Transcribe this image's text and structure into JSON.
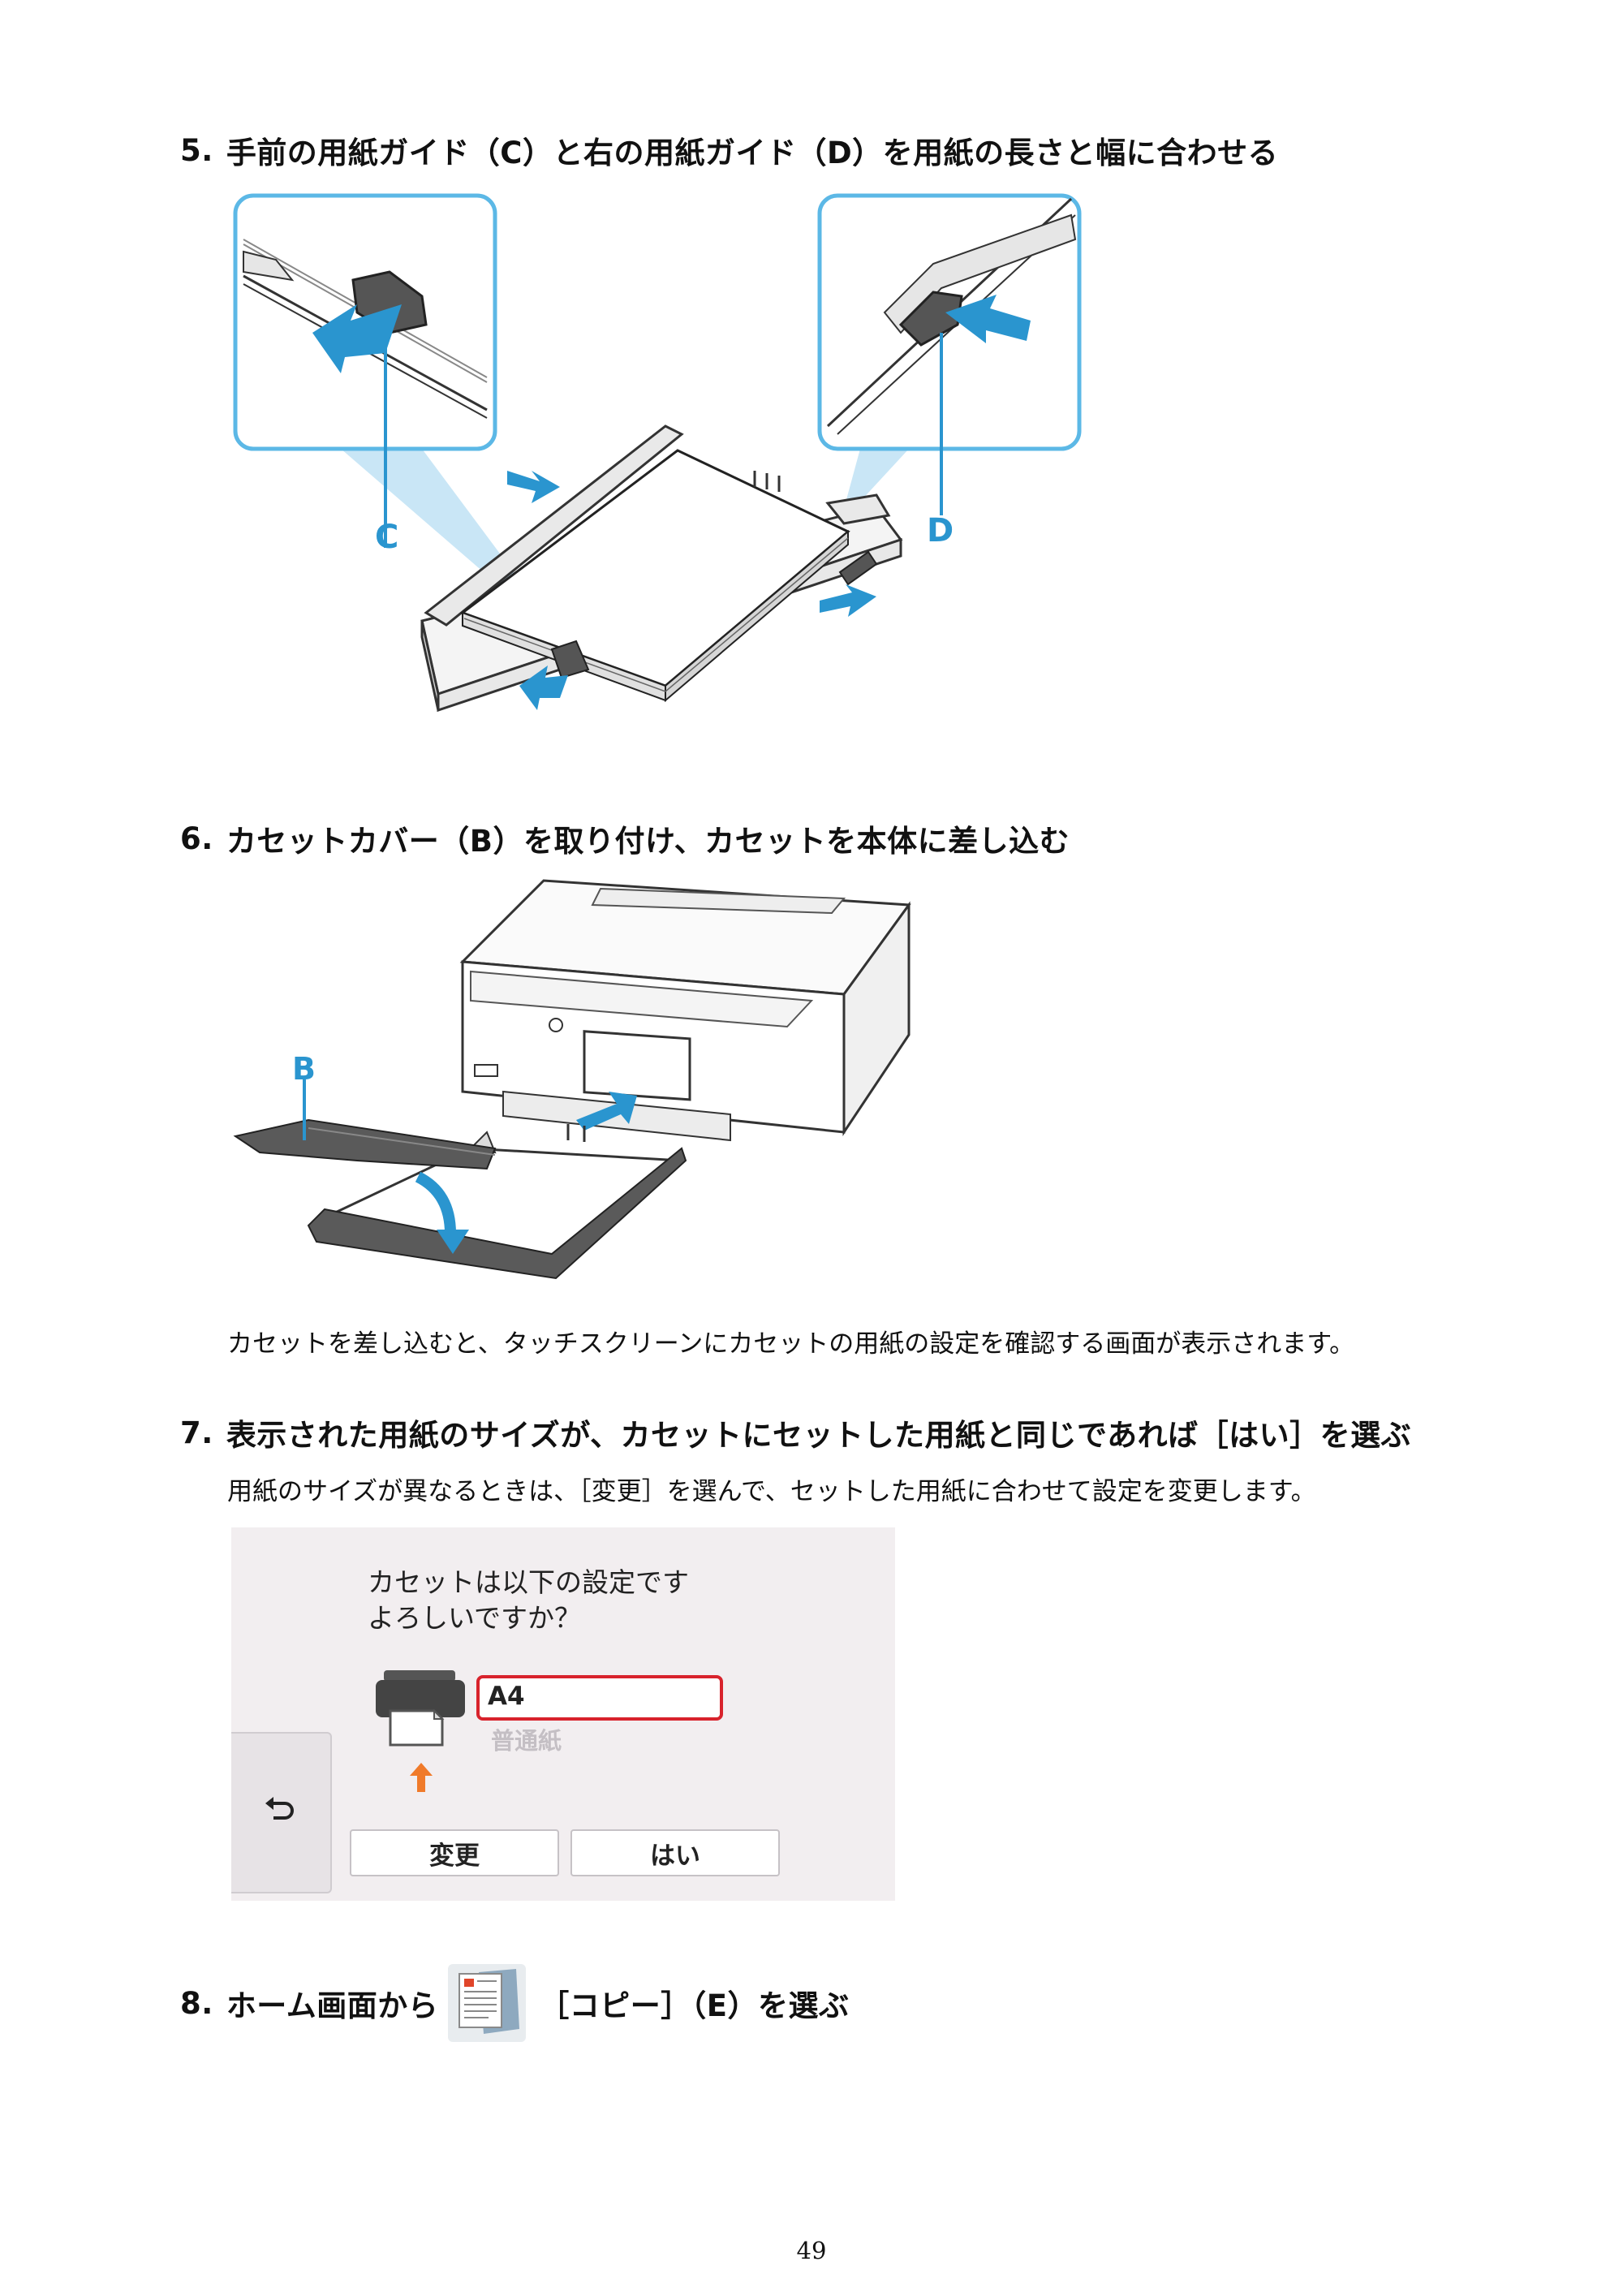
{
  "steps": [
    {
      "num": "5.",
      "text": "手前の用紙ガイド（C）と右の用紙ガイド（D）を用紙の長さと幅に合わせる"
    },
    {
      "num": "6.",
      "text": "カセットカバー（B）を取り付け、カセットを本体に差し込む"
    },
    {
      "num": "7.",
      "text": "表示された用紙のサイズが、カセットにセットした用紙と同じであれば［はい］を選ぶ"
    },
    {
      "num": "8.",
      "text_before": "ホーム画面から",
      "text_after": "［コピー］（E）を選ぶ"
    }
  ],
  "figure1": {
    "label_c": "C",
    "label_d": "D"
  },
  "figure2": {
    "label_b": "B"
  },
  "notes": {
    "after_step6": "カセットを差し込むと、タッチスクリーンにカセットの用紙の設定を確認する画面が表示されます。",
    "step7": "用紙のサイズが異なるときは、［変更］を選んで、セットした用紙に合わせて設定を変更します。"
  },
  "screen": {
    "message_line1": "カセットは以下の設定です",
    "message_line2": "よろしいですか？",
    "paper_size": "A4",
    "paper_type": "普通紙",
    "change_button": "変更",
    "yes_button": "はい"
  },
  "colors": {
    "accent_blue": "#2a95cf",
    "highlight_red": "#d8222c",
    "orange_arrow": "#f07a2a"
  },
  "page_number": "49"
}
